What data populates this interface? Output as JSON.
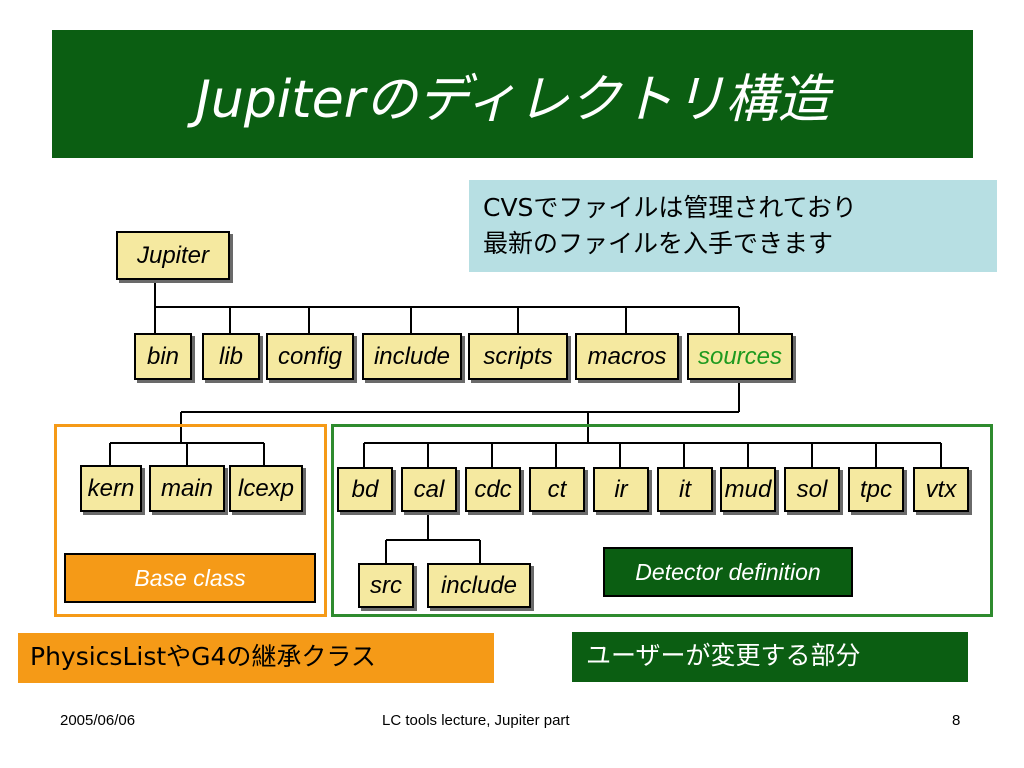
{
  "slide": {
    "title": "Jupiterのディレクトリ構造",
    "colors": {
      "title_bg": "#0b5e12",
      "node_fill": "#f5e9a0",
      "note_blue": "#b7dfe3",
      "orange": "#f59a17",
      "green": "#0b5e12",
      "sources_text": "#1f9a1f"
    }
  },
  "notes": {
    "cvs_line1": "CVSでファイルは管理されており",
    "cvs_line2": "最新のファイルを入手できます",
    "physics": "PhysicsListやG4の継承クラス",
    "user": "ユーザーが変更する部分"
  },
  "tree": {
    "root": "Jupiter",
    "level1": {
      "bin": "bin",
      "lib": "lib",
      "config": "config",
      "include": "include",
      "scripts": "scripts",
      "macros": "macros",
      "sources": "sources"
    },
    "base": {
      "kern": "kern",
      "main": "main",
      "lcexp": "lcexp"
    },
    "detector": {
      "bd": "bd",
      "cal": "cal",
      "cdc": "cdc",
      "ct": "ct",
      "ir": "ir",
      "it": "it",
      "mud": "mud",
      "sol": "sol",
      "tpc": "tpc",
      "vtx": "vtx"
    },
    "cal_children": {
      "src": "src",
      "include": "include"
    }
  },
  "groups": {
    "base_label": "Base class",
    "detector_label": "Detector definition"
  },
  "footer": {
    "date": "2005/06/06",
    "center": "LC tools lecture, Jupiter part",
    "page": "8"
  }
}
